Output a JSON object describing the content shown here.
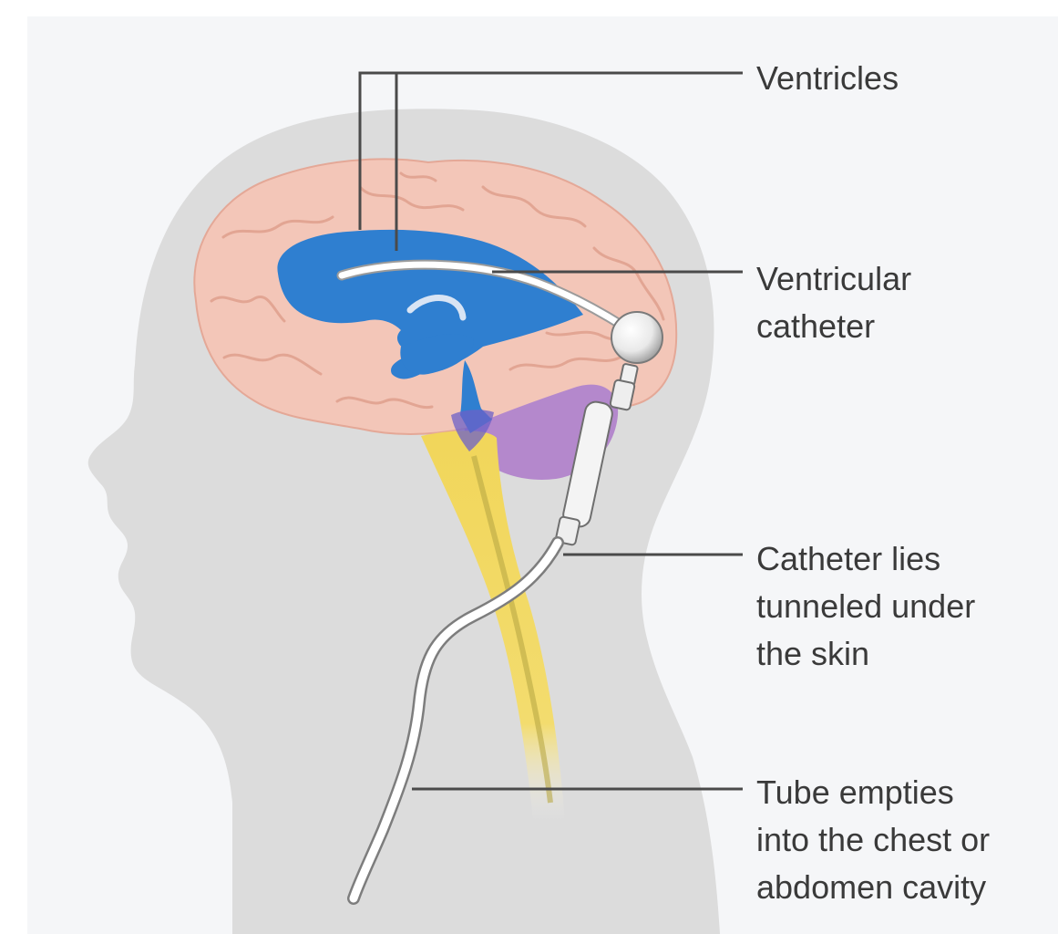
{
  "labels": {
    "ventricles": [
      "Ventricles"
    ],
    "ventricular_catheter": [
      "Ventricular",
      "catheter"
    ],
    "catheter_tunneled": [
      "Catheter lies",
      "tunneled under",
      "the skin"
    ],
    "tube_empties": [
      "Tube empties",
      "into the chest or",
      "abdomen cavity"
    ]
  },
  "colors": {
    "background": "#f5f6f8",
    "head_silhouette": "#dcdcdc",
    "brain": "#f3c6b8",
    "brain_folds": "#e4a897",
    "ventricles": "#2f7fd0",
    "cerebellum": "#b488cc",
    "spinal_cord": "#f1d65a",
    "catheter": "#ffffff",
    "leader_line": "#4a4a4a",
    "label_text": "#3a3a3a"
  }
}
